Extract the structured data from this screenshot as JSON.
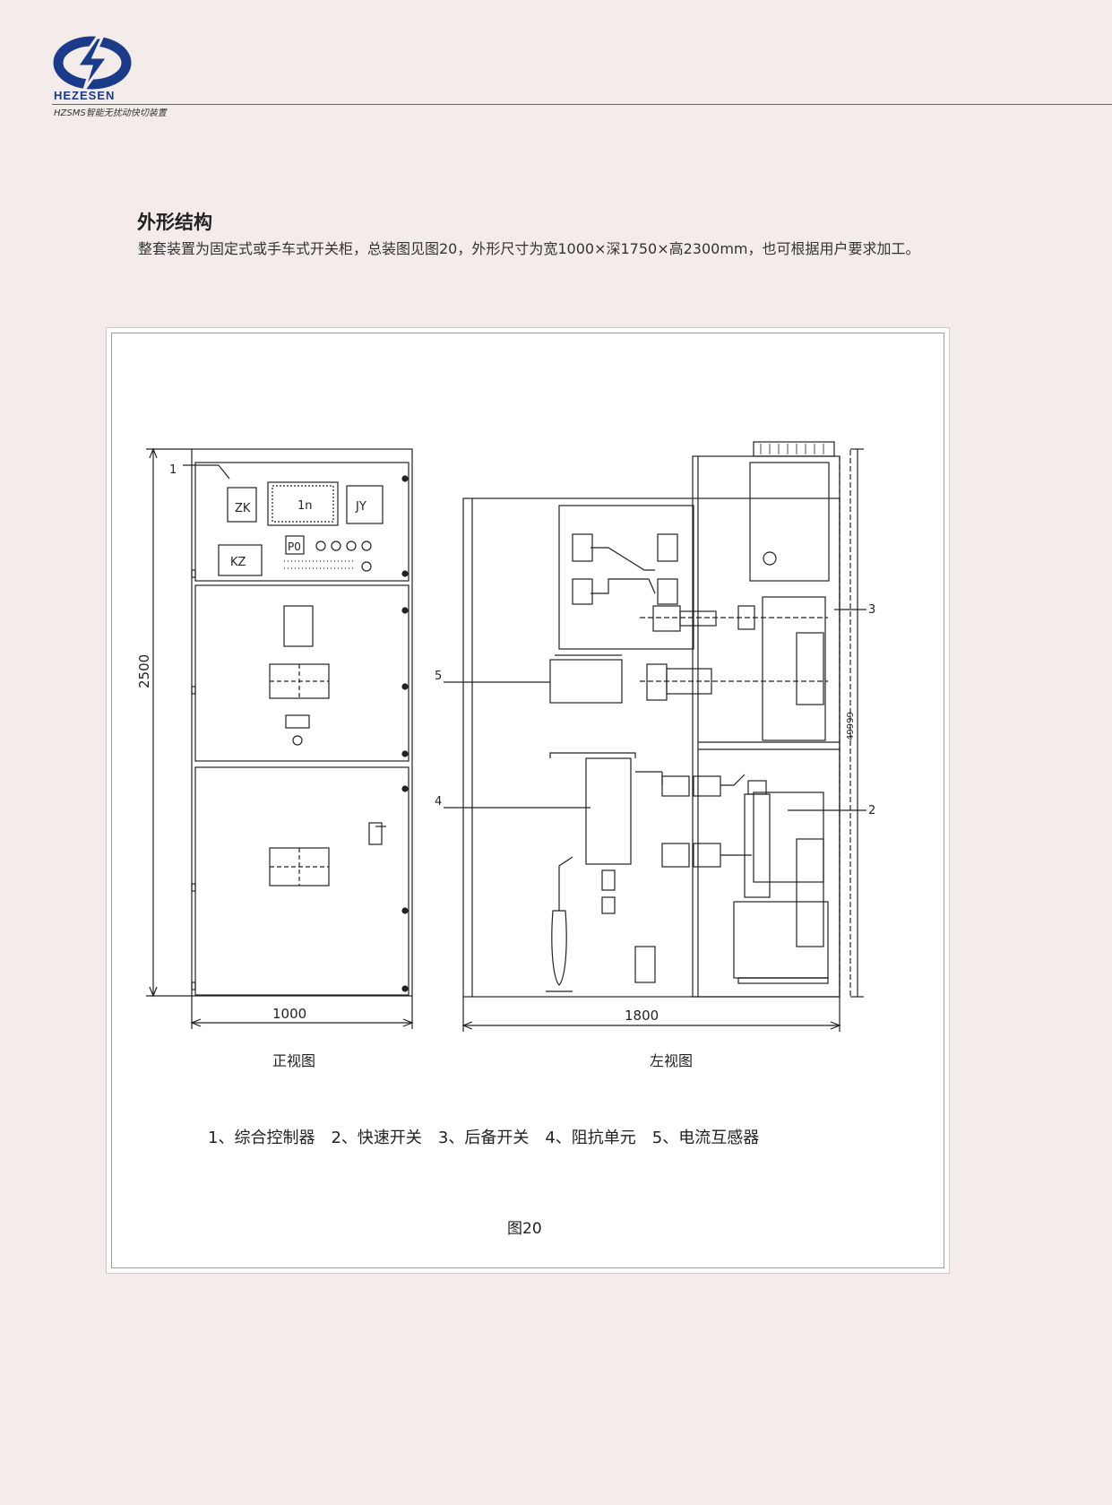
{
  "header": {
    "brand": "HEZESEN",
    "subtitle": "HZSMS智能无扰动快切装置",
    "logo_color": "#1b3a8a"
  },
  "section": {
    "title": "外形结构",
    "body": "整套装置为固定式或手车式开关柜，总装图见图20，外形尺寸为宽1000×深1750×高2300mm，也可根据用户要求加工。"
  },
  "figure": {
    "front_view": {
      "caption": "正视图",
      "height_dim": "2500",
      "width_dim": "1000",
      "panel_labels": [
        "ZK",
        "1n",
        "JY",
        "KZ",
        "P0"
      ],
      "callout": "1"
    },
    "side_view": {
      "caption": "左视图",
      "width_dim": "1800",
      "height_dim": "49999",
      "callouts": [
        "3",
        "5",
        "4",
        "2"
      ]
    },
    "legend": "1、综合控制器　2、快速开关　3、后备开关　4、阻抗单元　5、电流互感器",
    "caption": "图20"
  }
}
